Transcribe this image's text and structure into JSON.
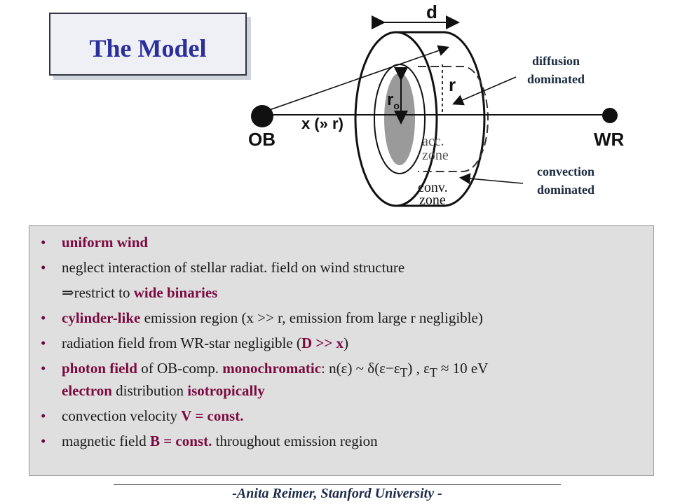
{
  "title": "The Model",
  "diagram": {
    "d_label": "d",
    "r_label": "r",
    "ro_label": "r",
    "ro_sub": "o",
    "x_label": "x (» r)",
    "ob_label": "OB",
    "wr_label": "WR",
    "acc_line1": "acc.",
    "acc_line2": "zone",
    "conv_line1": "conv.",
    "conv_line2": "zone"
  },
  "annotations": {
    "diffusion_1": "diffusion",
    "diffusion_2": "dominated",
    "convection_1": "convection",
    "convection_2": "dominated"
  },
  "bullets": {
    "b1": "uniform wind",
    "b2": "neglect interaction of stellar radiat. field on wind structure",
    "b3_arrow": "⇒",
    "b3_pre": "restrict to ",
    "b3_hl": "wide binaries",
    "b4_hl": "cylinder-like",
    "b4_rest": " emission region (x >> r, emission from large r negligible)",
    "b5_pre": "radiation field from WR-star negligible  (",
    "b5_hl": "D >> x",
    "b5_post": ")",
    "b6_hl1": "photon field",
    "b6_mid": " of OB-comp. ",
    "b6_hl2": "monochromatic",
    "b6_formula": ": n(ε) ~ δ(ε−ε",
    "b6_sub1": "T",
    "b6_formula2": ") , ε",
    "b6_sub2": "T",
    "b6_formula3": " ≈ 10 eV",
    "b6b_hl1": "electron",
    "b6b_mid": " distribution ",
    "b6b_hl2": "isotropically",
    "b7_pre": "convection velocity ",
    "b7_hl": "V = const.",
    "b8_pre": "magnetic field ",
    "b8_hl": "B = const.",
    "b8_post": " throughout emission region",
    "bullet_char": "•"
  },
  "footer": "-Anita Reimer, Stanford University -"
}
